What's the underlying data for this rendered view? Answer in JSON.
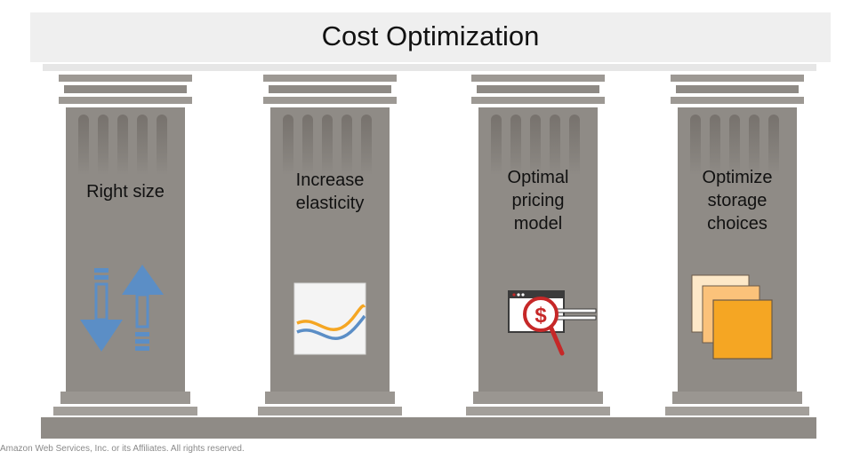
{
  "title": "Cost Optimization",
  "pillars": [
    {
      "label": "Right size",
      "icon": "resize-arrows-icon"
    },
    {
      "label": "Increase\nelasticity",
      "icon": "elasticity-chart-icon"
    },
    {
      "label": "Optimal\npricing\nmodel",
      "icon": "pricing-magnifier-icon"
    },
    {
      "label": "Optimize\nstorage\nchoices",
      "icon": "storage-layers-icon"
    }
  ],
  "footer": "Amazon Web Services, Inc. or its Affiliates. All rights reserved.",
  "colors": {
    "pillar": "#8f8b86",
    "blue": "#5b8ec6",
    "orange": "#f5a623",
    "red": "#c62828"
  }
}
